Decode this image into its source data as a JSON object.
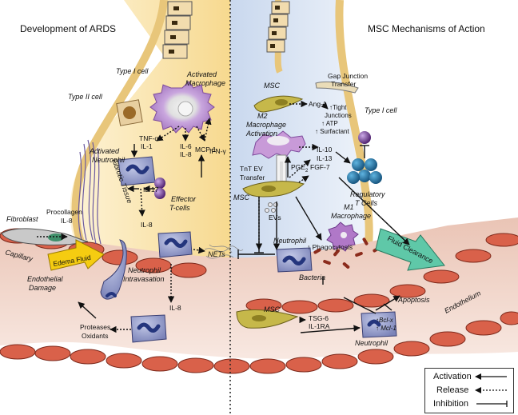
{
  "headings": {
    "left": "Development of ARDS",
    "right": "MSC Mechanisms of Action"
  },
  "labels": {
    "type1_left": "Type I cell",
    "type2": "Type II cell",
    "activated_macrophage": [
      "Activated",
      "Macrophage"
    ],
    "tnf": [
      "TNF-α",
      "IL-1"
    ],
    "il6": [
      "IL-6",
      "IL-8"
    ],
    "mcp1": "MCP-1",
    "ifn": "IFN-γ",
    "activated_neutrophil": [
      "Activated",
      "Neutrophil"
    ],
    "fibrotic": "Fibrotic Tissue",
    "il17": "IL-17",
    "effector": [
      "Effector",
      "T-cells"
    ],
    "il8_mid": "IL-8",
    "fibroblast": "Fibroblast",
    "procollagen": [
      "Procollagen",
      "IL-8"
    ],
    "edema": "Edema Fluid",
    "capillary": "Capillary",
    "endothelial_damage": [
      "Endothelial",
      "Damage"
    ],
    "neutrophil_intravasation": [
      "Neutrophil",
      "Intravasation"
    ],
    "il8_low": "IL-8",
    "proteases": [
      "Proteases",
      "Oxidants"
    ],
    "nets": "NETs",
    "msc_top": "MSC",
    "gap_junction": [
      "Gap Junction",
      "Transfer"
    ],
    "ang1": "Ang-1",
    "tight": [
      "↑Tight",
      "Junctions",
      "↑ ATP",
      "↑ Surfactant"
    ],
    "type1_right": "Type I cell",
    "m2": [
      "M2",
      "Macrophage",
      "Activation"
    ],
    "il10": [
      "IL-10",
      "IL-13"
    ],
    "regulatory": [
      "Regulatory",
      "T Cells"
    ],
    "tnt": [
      "TnT EV",
      "Transfer"
    ],
    "pge2": "PGE",
    "pge2_sub": "2",
    "fgf7": "FGF-7",
    "msc_mid": "MSC",
    "evs": "EVs",
    "m1": [
      "M1",
      "Macrophage"
    ],
    "neutrophil_right": "Neutrophil",
    "phagocytosis": "↑ Phagocytosis",
    "bacteria": "Bacteria",
    "fluid_clearance": "Fluid Clearance",
    "msc_low": "MSC",
    "tsg6": [
      "TSG-6",
      "IL-1RA"
    ],
    "apoptosis": "Apoptosis",
    "bclx": [
      "↑Bcl-x",
      "↑ Mcl-1"
    ],
    "neutrophil_low": "Neutrophil",
    "endothelium": "Endothelium"
  },
  "legend": {
    "activation": "Activation",
    "release": "Release",
    "inhibition": "Inhibition"
  },
  "colors": {
    "alveolus_left": "#fbe7b8",
    "alveolus_right": "#dbe6f4",
    "capillary": "#e7b9a9",
    "endothelial_cell": "#d9614a",
    "neutrophil": "#9aa3cf",
    "nucleus": "#24357d",
    "macrophage": "#b78fcf",
    "msc": "#c6b84a",
    "edema": "#f5cc11",
    "fluid_clearance": "#5fc8a8",
    "regulatory_t": "#1f6c9c",
    "bacteria": "#8b2b1c"
  }
}
